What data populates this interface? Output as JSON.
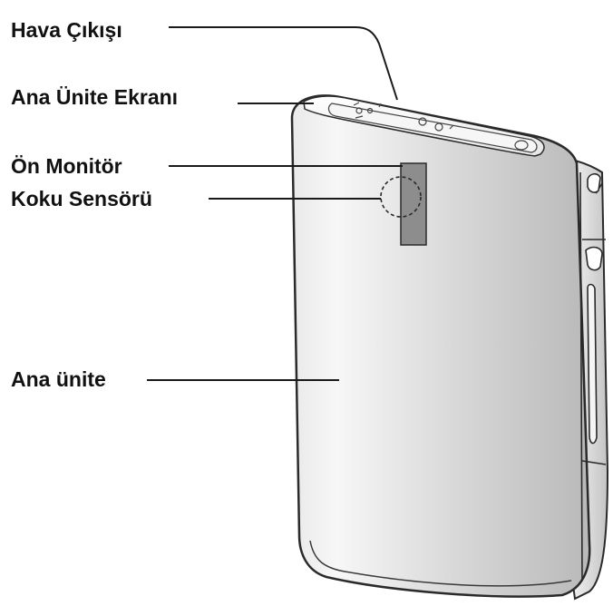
{
  "diagram": {
    "labels": {
      "air_outlet": "Hava Çıkışı",
      "main_unit_display": "Ana Ünite Ekranı",
      "front_monitor": "Ön Monitör",
      "odor_sensor": "Koku Sensörü",
      "main_unit": "Ana ünite"
    },
    "colors": {
      "body_light": "#f4f4f4",
      "body_dark": "#bdbdbd",
      "side_panel": "#dcdcdc",
      "front_monitor": "#8d8d8d",
      "outline": "#2a2a2a"
    }
  }
}
